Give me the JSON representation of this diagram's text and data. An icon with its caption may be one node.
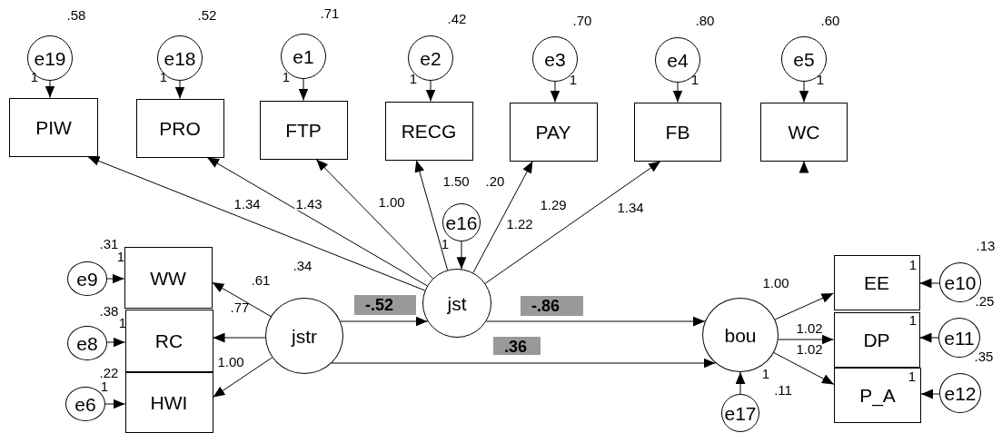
{
  "diagram": {
    "nodes": [
      {
        "text": [
          "e19"
        ]
      },
      {
        "text": [
          "e18"
        ]
      },
      {
        "text": [
          "e1"
        ]
      },
      {
        "text": [
          "e2"
        ]
      },
      {
        "text": [
          "e3"
        ]
      },
      {
        "text": [
          "e4"
        ]
      },
      {
        "text": [
          "e5"
        ]
      },
      {
        "text": [
          "PIW"
        ]
      },
      {
        "text": [
          "PRO"
        ]
      },
      {
        "text": [
          "FTP"
        ]
      },
      {
        "text": [
          "RECG"
        ]
      },
      {
        "text": [
          "PAY"
        ]
      },
      {
        "text": [
          "FB"
        ]
      },
      {
        "text": [
          "WC"
        ]
      },
      {
        "text": [
          "e16"
        ]
      },
      {
        "text": [
          "jst"
        ]
      },
      {
        "text": [
          "WW"
        ]
      },
      {
        "text": [
          "e9"
        ]
      },
      {
        "text": [
          "RC"
        ]
      },
      {
        "text": [
          "e8"
        ]
      },
      {
        "text": [
          "jstr"
        ]
      },
      {
        "text": [
          "bou"
        ]
      },
      {
        "text": [
          "EE"
        ]
      },
      {
        "text": [
          "e10"
        ]
      },
      {
        "text": [
          "DP"
        ]
      },
      {
        "text": [
          "e11"
        ]
      },
      {
        "text": [
          "HWI"
        ]
      },
      {
        "text": [
          "e6"
        ]
      },
      {
        "text": [
          "P_A"
        ]
      },
      {
        "text": [
          "e12"
        ]
      },
      {
        "text": [
          "e17"
        ]
      }
    ],
    "edges": [
      {
        "from": 0,
        "to": 7,
        "arrow": "to"
      },
      {
        "from": 1,
        "to": 8,
        "arrow": "to"
      },
      {
        "from": 2,
        "to": 9,
        "arrow": "to"
      },
      {
        "from": 3,
        "to": 10,
        "arrow": "to"
      },
      {
        "from": 4,
        "to": 11,
        "arrow": "to"
      },
      {
        "from": 5,
        "to": 12,
        "arrow": "to"
      },
      {
        "from": 6,
        "to": 13,
        "arrow": "to"
      },
      {
        "from": 15,
        "to": 7,
        "arrow": "to",
        "label": "1.34"
      },
      {
        "from": 15,
        "to": 8,
        "arrow": "to",
        "label": "1.43"
      },
      {
        "from": 15,
        "to": 9,
        "arrow": "to",
        "label": "1.00"
      },
      {
        "from": 15,
        "to": 10,
        "arrow": "to",
        "label": "1.50"
      },
      {
        "from": 15,
        "to": 11,
        "arrow": "to",
        "label": "1.29"
      },
      {
        "from": 15,
        "to": 12,
        "arrow": "to",
        "label": "1.34"
      },
      {
        "from": null,
        "to": 13,
        "arrow": "to"
      },
      {
        "from": 14,
        "to": 15,
        "arrow": "to"
      },
      {
        "from": 17,
        "to": 16,
        "arrow": "to"
      },
      {
        "from": 19,
        "to": 18,
        "arrow": "to"
      },
      {
        "from": 27,
        "to": 26,
        "arrow": "to"
      },
      {
        "from": 20,
        "to": 16,
        "arrow": "to"
      },
      {
        "from": 20,
        "to": 18,
        "arrow": "to"
      },
      {
        "from": 20,
        "to": 26,
        "arrow": "to"
      },
      {
        "from": 20,
        "to": 15,
        "arrow": "to",
        "label": "-.52"
      },
      {
        "from": 15,
        "to": 21,
        "arrow": "to",
        "label": "-.86"
      },
      {
        "from": 20,
        "to": 21,
        "arrow": "to",
        "label": ".36"
      },
      {
        "from": 21,
        "to": 22,
        "arrow": "to"
      },
      {
        "from": 21,
        "to": 24,
        "arrow": "to"
      },
      {
        "from": 21,
        "to": 28,
        "arrow": "to"
      },
      {
        "from": 23,
        "to": 22,
        "arrow": "to"
      },
      {
        "from": 25,
        "to": 24,
        "arrow": "to"
      },
      {
        "from": 29,
        "to": 28,
        "arrow": "to"
      },
      {
        "from": 30,
        "to": 21,
        "arrow": "to"
      }
    ],
    "labels": [
      ".58",
      ".52",
      ".71",
      ".42",
      ".70",
      ".80",
      ".60",
      "1",
      "1",
      "1",
      "1",
      "1",
      "1",
      "1",
      ".20",
      "1.22",
      ".31",
      "1",
      ".13",
      "1",
      ".34",
      "1",
      ".61",
      "1.00",
      ".25",
      ".77",
      ".38",
      "1",
      "1",
      "1.02",
      "1.00",
      "1.02",
      ".35",
      ".22",
      "1",
      "1",
      "1",
      ".11"
    ]
  }
}
